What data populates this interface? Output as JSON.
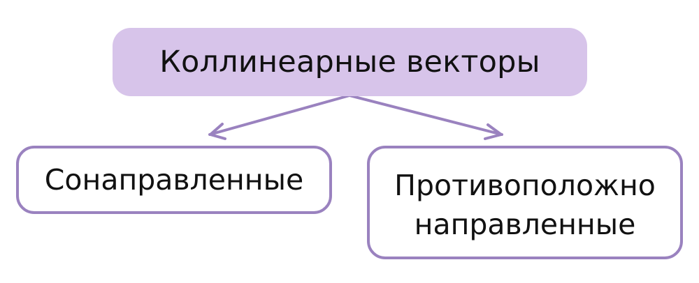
{
  "diagram": {
    "root": {
      "label": "Коллинеарные векторы"
    },
    "children": [
      {
        "label": "Сонаправленные"
      },
      {
        "label_line1": "Противоположно",
        "label_line2": "направленные"
      }
    ]
  },
  "colors": {
    "root_fill": "#d7c4ea",
    "border": "#9a82bf",
    "arrow": "#9a82bf",
    "text": "#111111"
  },
  "icons": {
    "watermark": "bear-shield-watermark-icon"
  }
}
